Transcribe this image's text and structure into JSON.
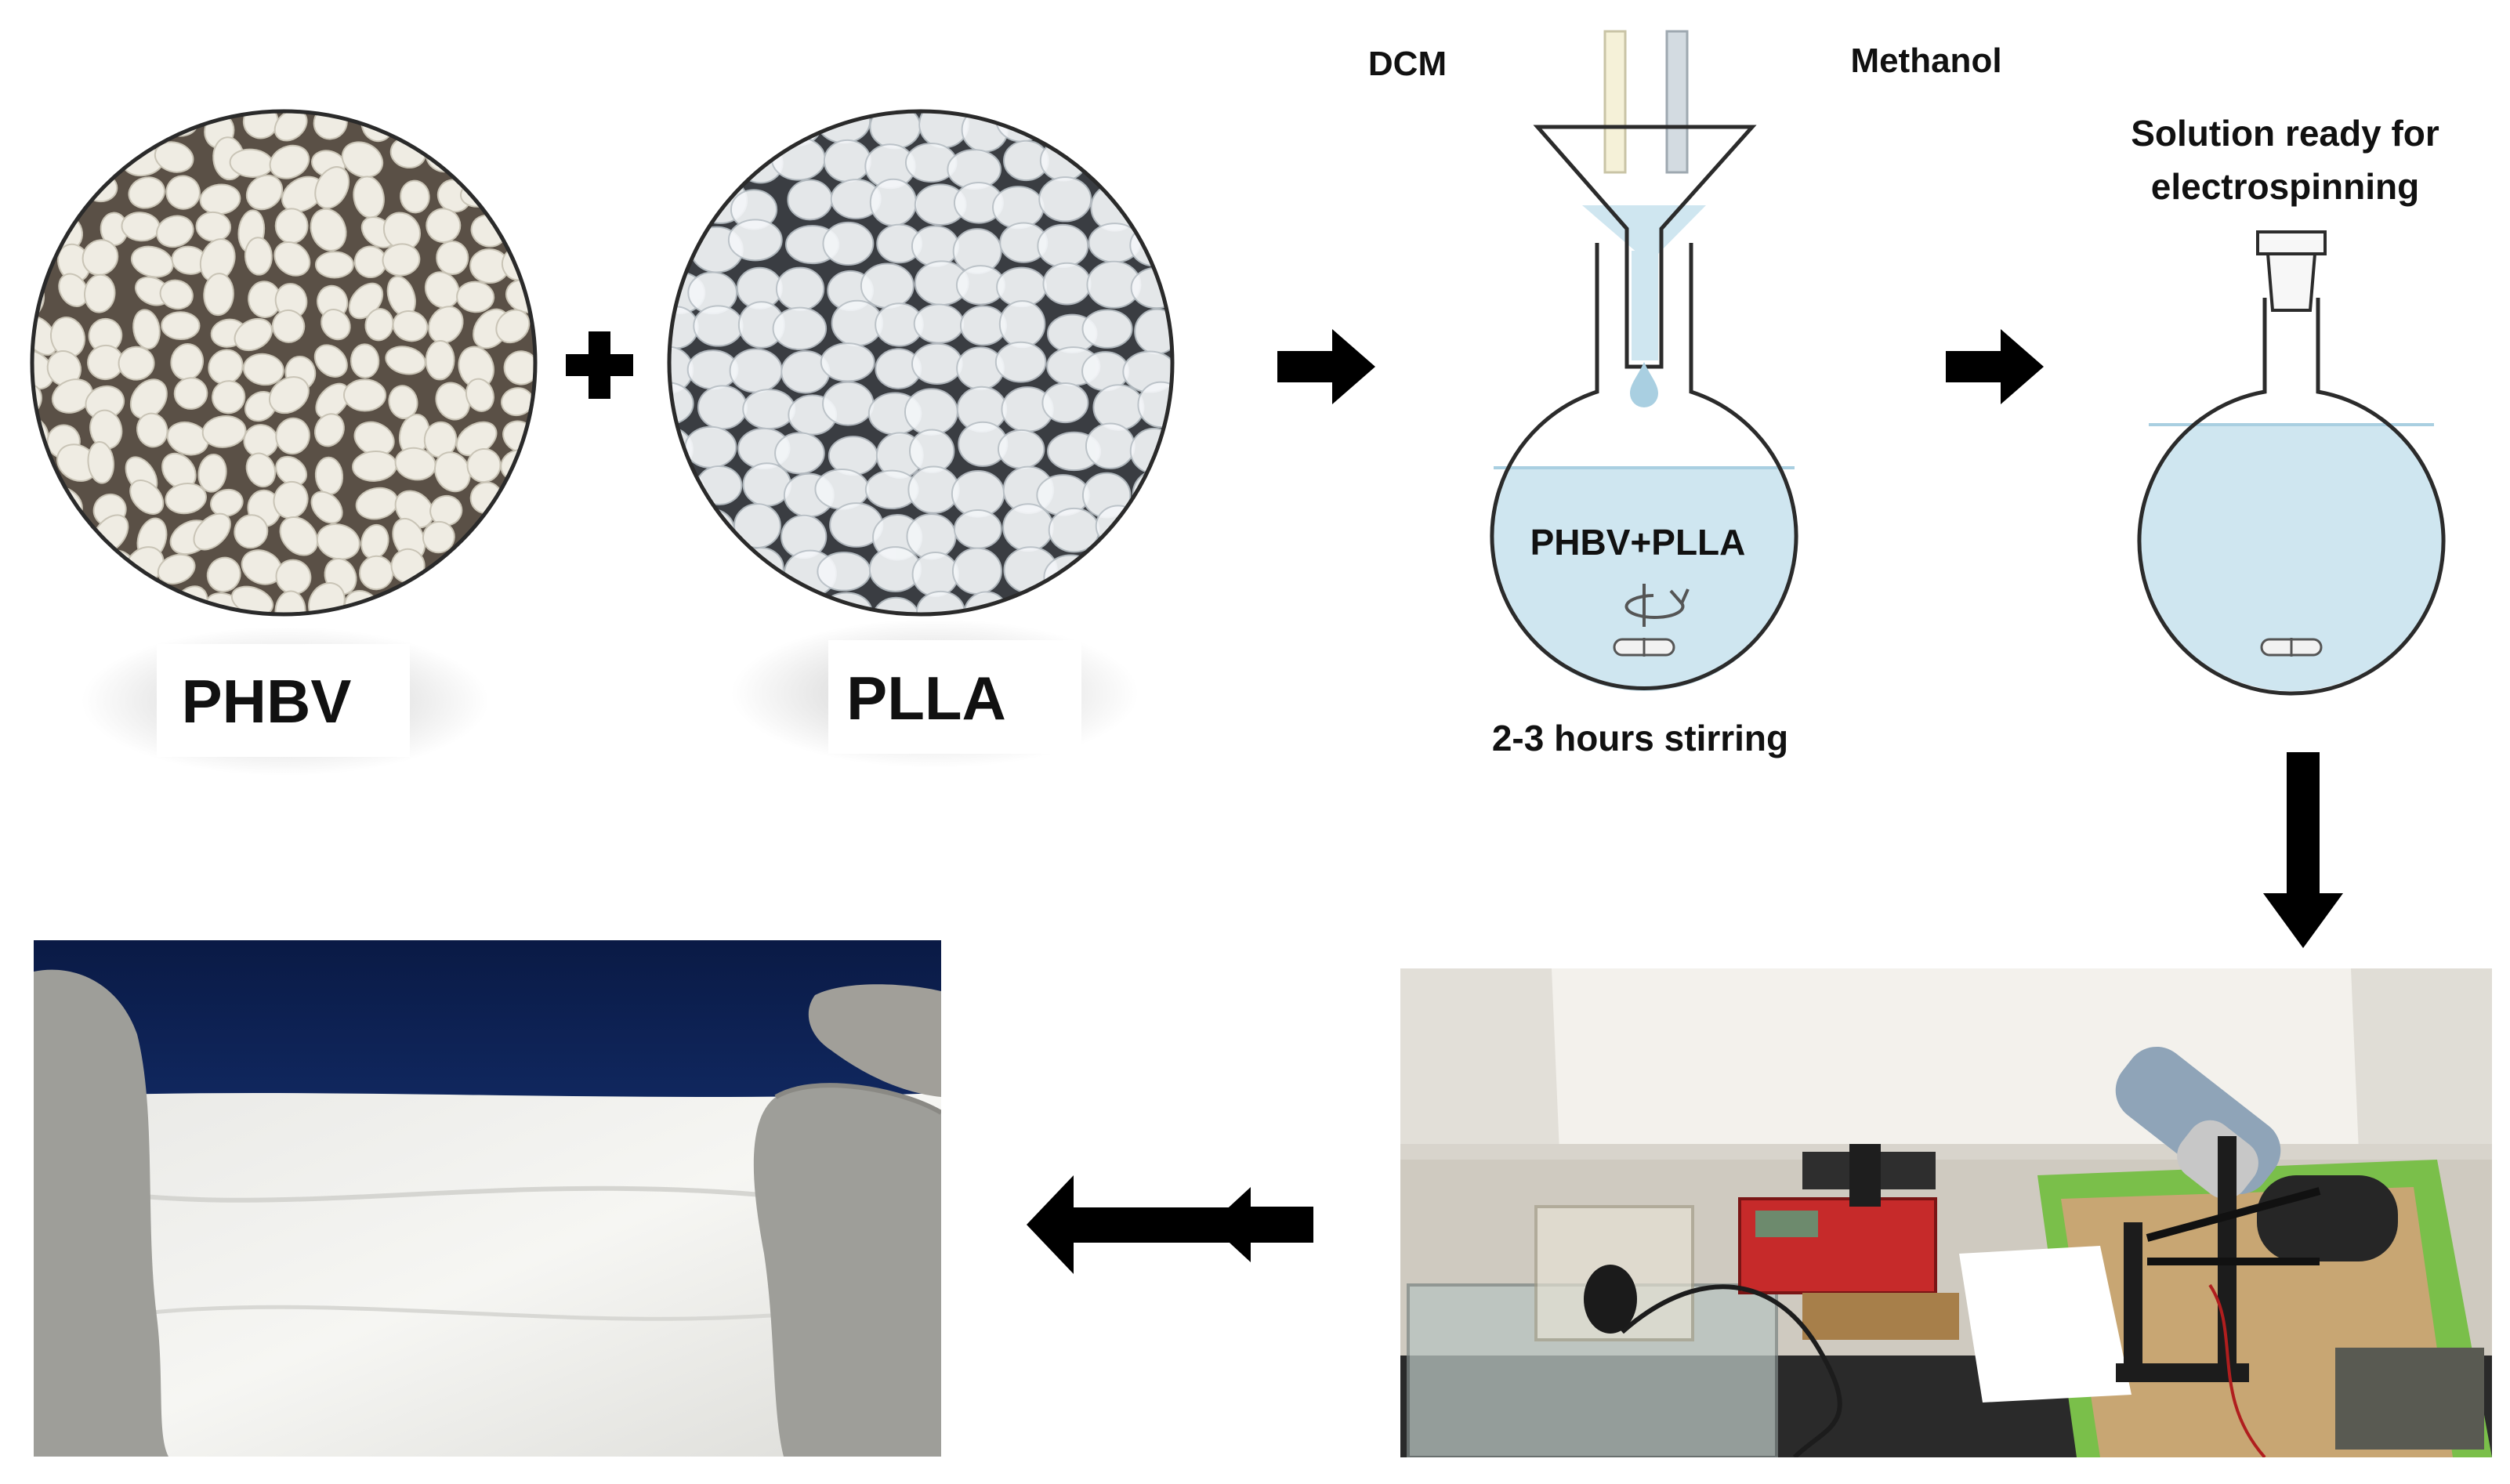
{
  "materials": {
    "first_label": "PHBV",
    "plus_symbol": "+",
    "second_label": "PLLA"
  },
  "dissolution": {
    "solvent_left": "DCM",
    "solvent_right": "Methanol",
    "flask_label": "PHBV+PLLA",
    "caption": "2-3 hours stirring"
  },
  "solution": {
    "caption_line1": "Solution ready for",
    "caption_line2": "electrospinning"
  },
  "colors": {
    "solution": "#cfe6f0",
    "solution_edge": "#a9cfe1",
    "glass_outline": "#2b2b2b",
    "arrow": "#000000",
    "phbv_pellet": "#efece3",
    "plla_bead": "#f3f6f8",
    "fume_hood": "#ebe8e2",
    "mat": "#7abf4a",
    "pump_red": "#c62a2a",
    "backdrop_navy": "#0b1f4f",
    "glove_grey": "#9e9e99"
  },
  "icons": [
    "rotation-arrow-icon",
    "stir-bar-icon",
    "flow-arrow-icon"
  ]
}
